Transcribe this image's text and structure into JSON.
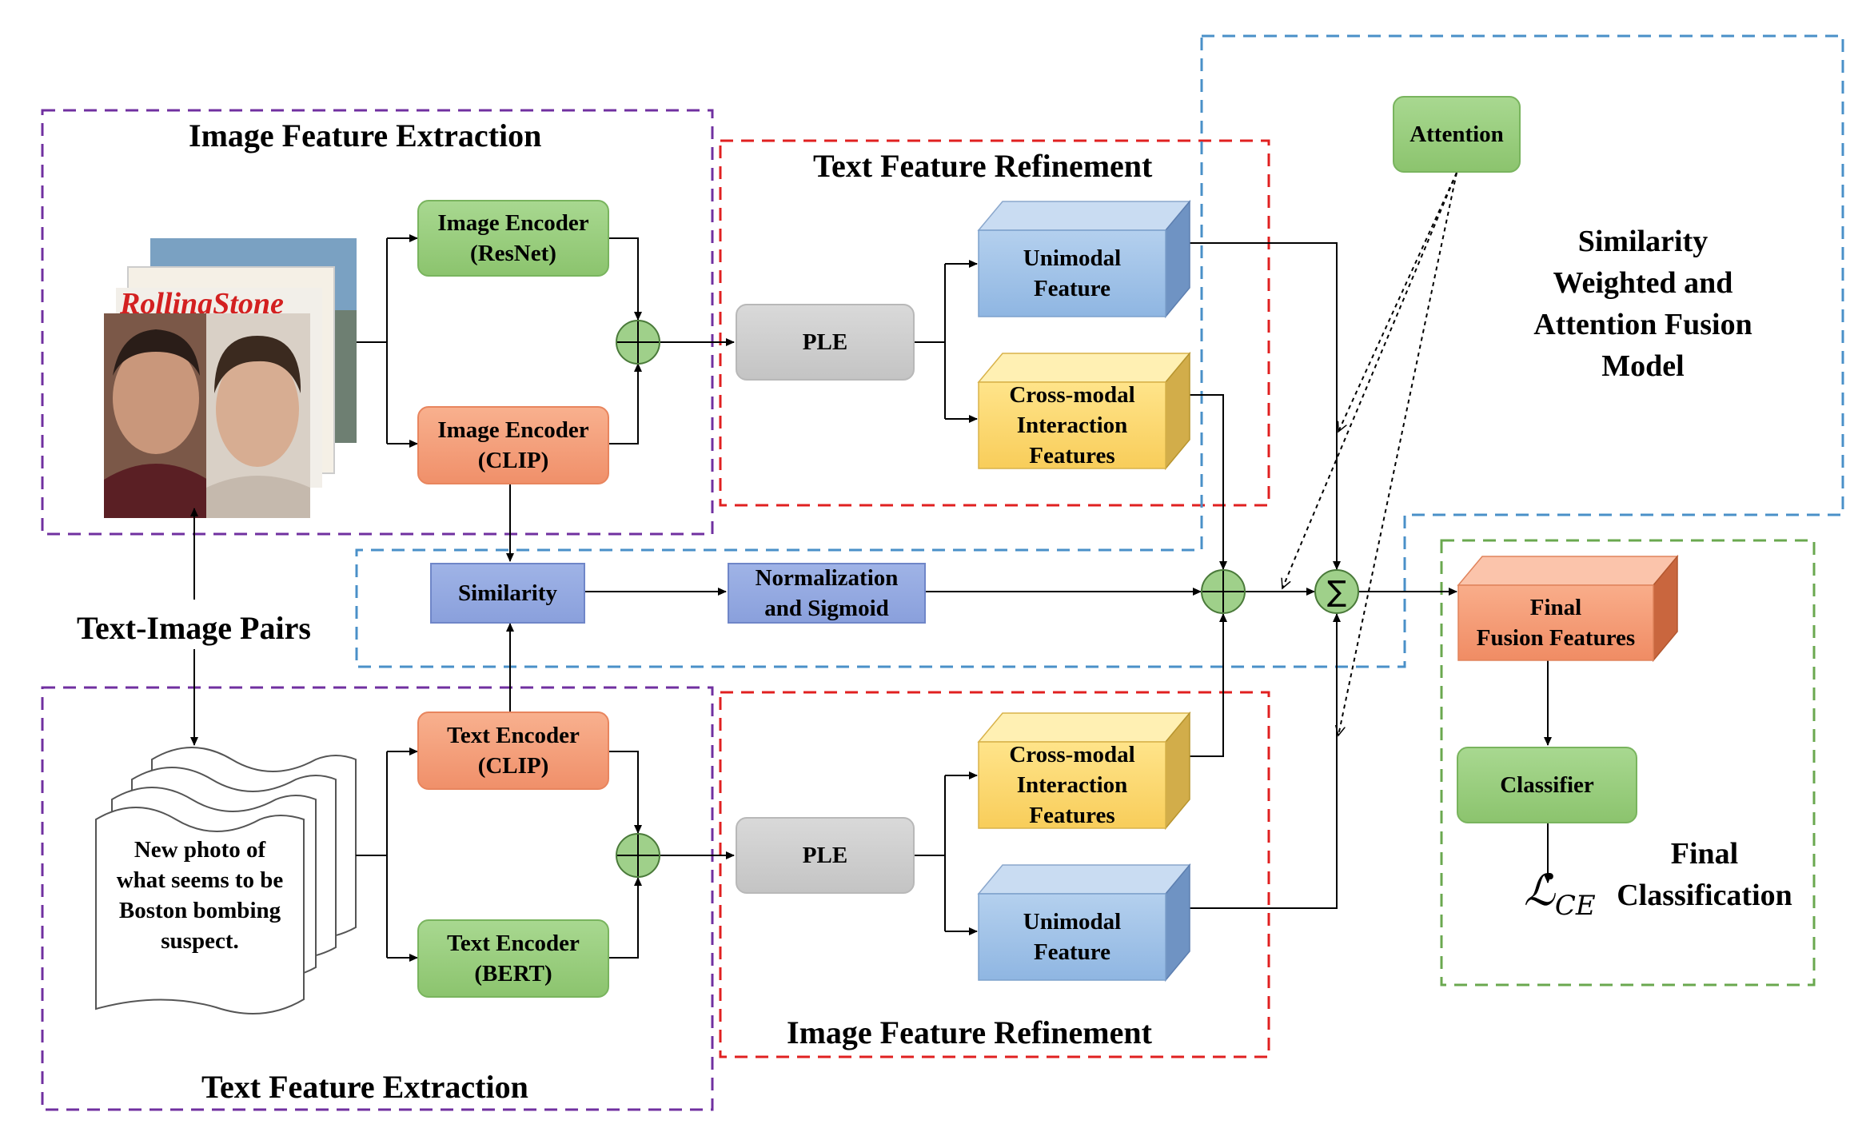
{
  "regions": {
    "image_feature_extraction": "Image Feature Extraction",
    "text_feature_extraction": "Text Feature Extraction",
    "text_feature_refinement": "Text Feature Refinement",
    "image_feature_refinement": "Image Feature Refinement",
    "similarity_model": "Similarity\nWeighted and\nAttention Fusion\nModel",
    "final_classification": "Final\nClassification"
  },
  "nodes": {
    "image_encoder_resnet": "Image Encoder\n(ResNet)",
    "image_encoder_clip": "Image Encoder\n(CLIP)",
    "text_encoder_clip": "Text Encoder\n(CLIP)",
    "text_encoder_bert": "Text Encoder\n(BERT)",
    "ple_top": "PLE",
    "ple_bottom": "PLE",
    "unimodal_top": "Unimodal\nFeature",
    "crossmodal_top": "Cross-modal\nInteraction\nFeatures",
    "crossmodal_bottom": "Cross-modal\nInteraction\nFeatures",
    "unimodal_bottom": "Unimodal\nFeature",
    "similarity": "Similarity",
    "normalization": "Normalization\nand Sigmoid",
    "attention": "Attention",
    "final_fusion": "Final\nFusion Features",
    "classifier": "Classifier"
  },
  "labels": {
    "text_image_pairs": "Text-Image Pairs",
    "magazine_title": "RollingStone",
    "sample_text": "New photo of\nwhat seems to be\nBoston bombing\nsuspect.",
    "loss_symbol": "ℒ",
    "loss_subscript": "CE",
    "sum_symbol": "∑"
  },
  "colors": {
    "green": "#8cc46e",
    "orange": "#f0906a",
    "gray": "#c4c4c4",
    "blue": "#8aa0dc",
    "cube_blue": "#9dc3e6",
    "cube_yellow": "#ffd966",
    "purple_dash": "#7030a0",
    "red_dash": "#e02020",
    "blue_dash": "#4a90c8",
    "green_dash": "#6aa84f",
    "teal_dash": "#2ab0d0"
  }
}
